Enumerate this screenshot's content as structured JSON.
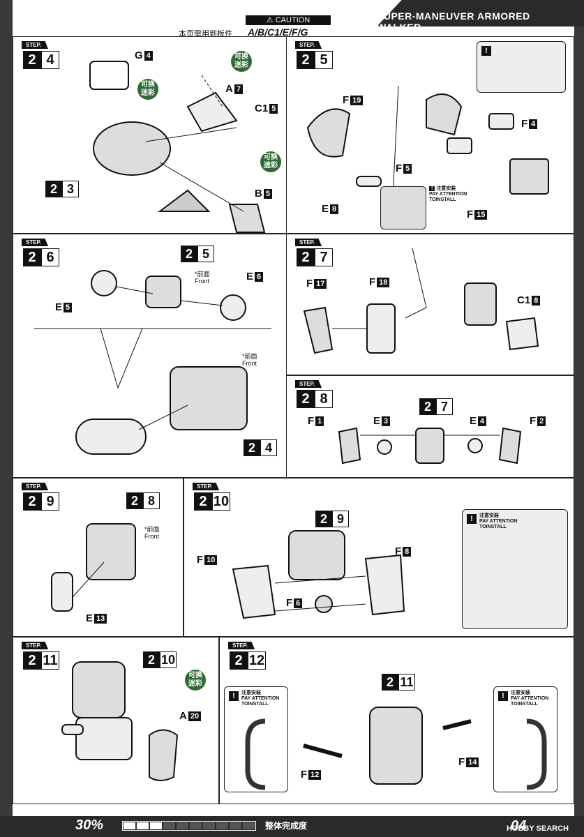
{
  "header": {
    "brand": "SUPER-MANEUVER ARMORED WALKER",
    "caution": "CAUTION",
    "caution_icon": "warning-icon",
    "caution_note": "本页需用到板件",
    "parts_used": "A/B/C1/E/F/G"
  },
  "step_tag": "STEP.",
  "front_label_cn": "*前面",
  "front_label_en": "Front",
  "swap_label": "可换\n迷彩",
  "attention": {
    "cn": "注意安装",
    "en1": "PAY ATTENTION",
    "en2": "TOINSTALL"
  },
  "steps": [
    {
      "num": [
        "2",
        "4"
      ],
      "labels": [
        {
          "t": "G",
          "n": "4"
        },
        {
          "t": "A",
          "n": "7"
        },
        {
          "t": "C1",
          "n": "5"
        },
        {
          "t": "B",
          "n": "5"
        }
      ],
      "refs": [
        [
          "2",
          "3"
        ]
      ]
    },
    {
      "num": [
        "2",
        "5"
      ],
      "labels": [
        {
          "t": "F",
          "n": "19"
        },
        {
          "t": "E",
          "n": "8"
        },
        {
          "t": "F",
          "n": "4"
        },
        {
          "t": "F",
          "n": "5"
        },
        {
          "t": "F",
          "n": "15"
        }
      ]
    },
    {
      "num": [
        "2",
        "6"
      ],
      "labels": [
        {
          "t": "E",
          "n": "6"
        },
        {
          "t": "E",
          "n": "5"
        }
      ],
      "refs": [
        [
          "2",
          "5"
        ],
        [
          "2",
          "4"
        ]
      ]
    },
    {
      "num": [
        "2",
        "7"
      ],
      "labels": [
        {
          "t": "F",
          "n": "17"
        },
        {
          "t": "F",
          "n": "18"
        },
        {
          "t": "C1",
          "n": "8"
        }
      ]
    },
    {
      "num": [
        "2",
        "8"
      ],
      "labels": [
        {
          "t": "F",
          "n": "1"
        },
        {
          "t": "E",
          "n": "3"
        },
        {
          "t": "E",
          "n": "4"
        },
        {
          "t": "F",
          "n": "2"
        }
      ],
      "refs": [
        [
          "2",
          "7"
        ]
      ]
    },
    {
      "num": [
        "2",
        "9"
      ],
      "labels": [
        {
          "t": "E",
          "n": "13"
        }
      ],
      "refs": [
        [
          "2",
          "8"
        ]
      ]
    },
    {
      "num": [
        "2",
        "10"
      ],
      "labels": [
        {
          "t": "F",
          "n": "10"
        },
        {
          "t": "F",
          "n": "8"
        },
        {
          "t": "F",
          "n": "6"
        }
      ],
      "refs": [
        [
          "2",
          "9"
        ]
      ]
    },
    {
      "num": [
        "2",
        "11"
      ],
      "labels": [
        {
          "t": "A",
          "n": "20"
        }
      ],
      "refs": [
        [
          "2",
          "10"
        ]
      ]
    },
    {
      "num": [
        "2",
        "12"
      ],
      "labels": [
        {
          "t": "F",
          "n": "12"
        },
        {
          "t": "F",
          "n": "14"
        }
      ],
      "refs": [
        [
          "2",
          "11"
        ]
      ]
    }
  ],
  "footer": {
    "progress": "30%",
    "progress_fraction": 0.3,
    "progress_text": "整体完成度",
    "page": "04",
    "watermark": "HOBBY SEARCH"
  }
}
